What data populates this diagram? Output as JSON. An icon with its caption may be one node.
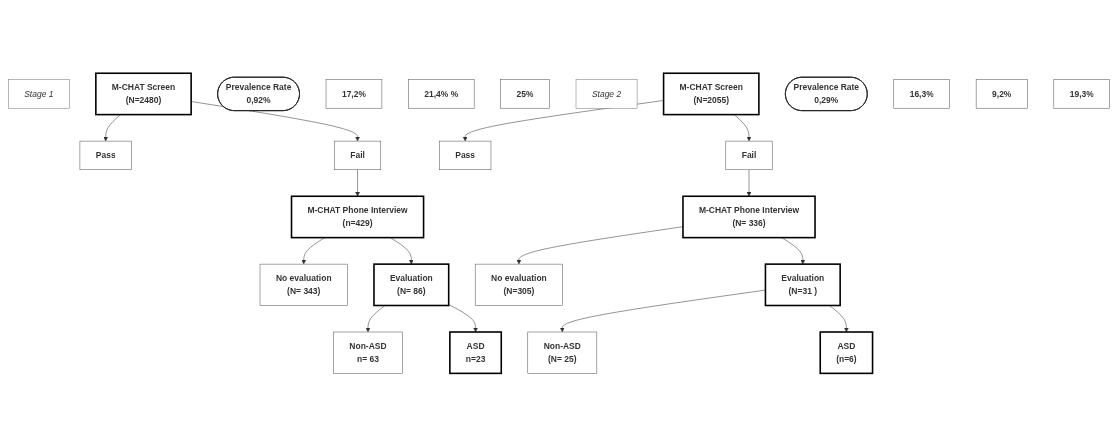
{
  "diagram": {
    "nodes": [
      {
        "text": [
          "Stage 1"
        ]
      },
      {
        "text": [
          "M-CHAT Screen",
          "(N=2480)"
        ]
      },
      {
        "text": [
          "Prevalence Rate",
          "0,92%"
        ]
      },
      {
        "text": [
          "Pass"
        ]
      },
      {
        "text": [
          "Fail"
        ]
      },
      {
        "text": [
          "M-CHAT Phone Interview",
          "(n=429)"
        ]
      },
      {
        "text": [
          "17,2%"
        ]
      },
      {
        "text": [
          "No evaluation",
          "(N= 343)"
        ]
      },
      {
        "text": [
          "Evaluation",
          "(N= 86)"
        ]
      },
      {
        "text": [
          "21,4% %"
        ]
      },
      {
        "text": [
          "Non-ASD",
          "n= 63"
        ]
      },
      {
        "text": [
          "ASD",
          "n=23"
        ]
      },
      {
        "text": [
          "25%"
        ]
      },
      {
        "text": [
          "Stage 2"
        ]
      },
      {
        "text": [
          "M-CHAT Screen",
          "(N=2055)"
        ]
      },
      {
        "text": [
          "Prevalence Rate",
          "0,29%"
        ]
      },
      {
        "text": [
          "Pass"
        ]
      },
      {
        "text": [
          "Fail"
        ]
      },
      {
        "text": [
          "M-CHAT Phone Interview",
          "(N= 336)"
        ]
      },
      {
        "text": [
          "16,3%"
        ]
      },
      {
        "text": [
          "No evaluation",
          "(N=305)"
        ]
      },
      {
        "text": [
          "Evaluation",
          "(N=31 )"
        ]
      },
      {
        "text": [
          "9,2%"
        ]
      },
      {
        "text": [
          "Non-ASD",
          "(N= 25)"
        ]
      },
      {
        "text": [
          "ASD",
          "(n=6)"
        ]
      },
      {
        "text": [
          "19,3%"
        ]
      }
    ],
    "edges": [
      {
        "from": 1,
        "to": 3,
        "arrow": "to"
      },
      {
        "from": 1,
        "to": 4,
        "arrow": "to"
      },
      {
        "from": 4,
        "to": 5,
        "arrow": "to"
      },
      {
        "from": 5,
        "to": 7,
        "arrow": "to"
      },
      {
        "from": 5,
        "to": 8,
        "arrow": "to"
      },
      {
        "from": 8,
        "to": 10,
        "arrow": "to"
      },
      {
        "from": 8,
        "to": 11,
        "arrow": "to"
      },
      {
        "from": 14,
        "to": 16,
        "arrow": "to"
      },
      {
        "from": 14,
        "to": 17,
        "arrow": "to"
      },
      {
        "from": 17,
        "to": 18,
        "arrow": "to"
      },
      {
        "from": 18,
        "to": 20,
        "arrow": "to"
      },
      {
        "from": 18,
        "to": 21,
        "arrow": "to"
      },
      {
        "from": 21,
        "to": 23,
        "arrow": "to"
      },
      {
        "from": 21,
        "to": 24,
        "arrow": "to"
      }
    ]
  }
}
